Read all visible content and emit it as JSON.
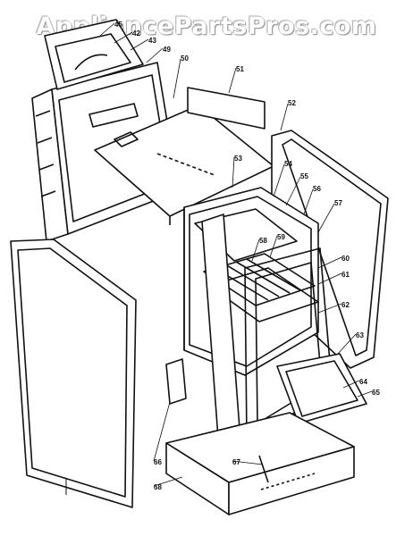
{
  "watermark": "AppliancePartsPros.com",
  "callouts": [
    "45",
    "42",
    "43",
    "49",
    "50",
    "51",
    "52",
    "53",
    "54",
    "55",
    "56",
    "57",
    "58",
    "59",
    "60",
    "61",
    "62",
    "63",
    "64",
    "65",
    "66",
    "67",
    "68"
  ]
}
